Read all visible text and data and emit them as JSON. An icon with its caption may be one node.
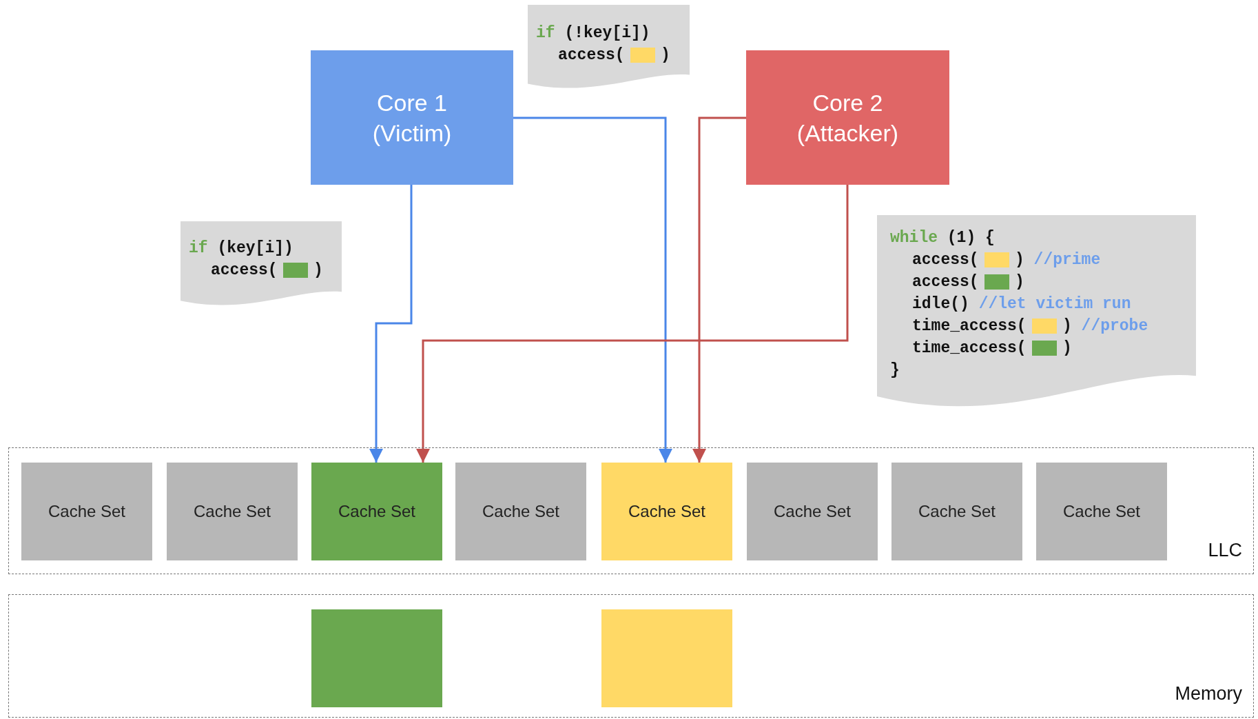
{
  "diagram": {
    "nodes": [
      {
        "text": [
          "if (!key[i])",
          "access(",
          ")"
        ]
      },
      {
        "text": [],
        "shape": "box",
        "in": 0
      },
      {
        "text": [
          "Core 1 (Victim)"
        ]
      },
      {
        "text": [
          "Core 2 (Attacker)"
        ]
      },
      {
        "text": [
          "if (key[i])",
          "access(",
          ")"
        ]
      },
      {
        "text": [],
        "shape": "box",
        "in": 4
      },
      {
        "text": [
          "while (1) {",
          "access(",
          ") //prime",
          "access(",
          ")",
          "idle() //let victim run",
          "time_access(",
          ") //probe",
          "time_access(",
          ")",
          "}"
        ]
      },
      {
        "text": [],
        "shape": "box",
        "in": 6
      },
      {
        "text": [],
        "shape": "box",
        "in": 6
      },
      {
        "text": [],
        "shape": "box",
        "in": 6
      },
      {
        "text": [],
        "shape": "box",
        "in": 6
      },
      {
        "text": [
          "LLC"
        ]
      },
      {
        "text": [
          "Cache Set"
        ],
        "in": 11
      },
      {
        "text": [
          "Cache Set"
        ],
        "in": 11
      },
      {
        "text": [
          "Cache Set"
        ],
        "in": 11
      },
      {
        "text": [
          "Cache Set"
        ],
        "in": 11
      },
      {
        "text": [
          "Cache Set"
        ],
        "in": 11
      },
      {
        "text": [
          "Cache Set"
        ],
        "in": 11
      },
      {
        "text": [
          "Cache Set"
        ],
        "in": 11
      },
      {
        "text": [
          "Cache Set"
        ],
        "in": 11
      },
      {
        "text": [
          "Memory"
        ]
      },
      {
        "text": [],
        "shape": "box",
        "in": 20
      },
      {
        "text": [],
        "shape": "box",
        "in": 20
      }
    ],
    "edges": [
      {
        "from": 2,
        "to": 14,
        "arrow": "to",
        "color": "#4a86e8"
      },
      {
        "from": 2,
        "to": 16,
        "arrow": "to",
        "color": "#4a86e8"
      },
      {
        "from": 3,
        "to": 14,
        "arrow": "to",
        "color": "#c0504d"
      },
      {
        "from": 3,
        "to": 16,
        "arrow": "to",
        "color": "#c0504d"
      }
    ]
  }
}
